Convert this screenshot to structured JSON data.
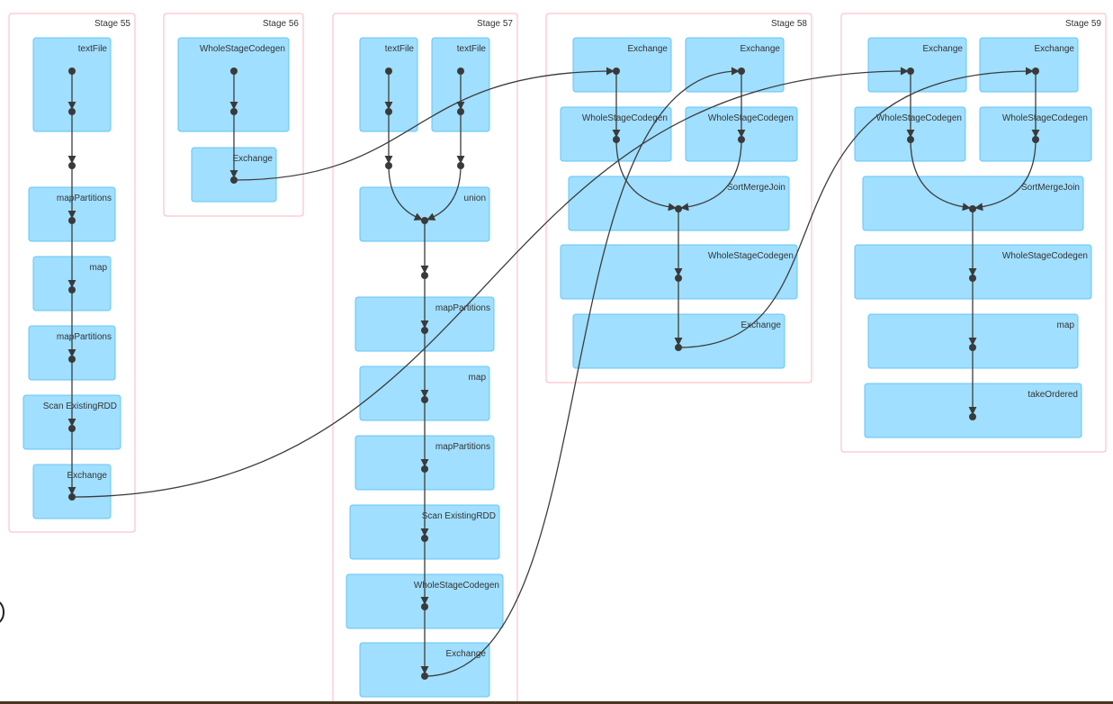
{
  "stages": [
    {
      "label": "Stage 55",
      "nodes": [
        "textFile",
        "mapPartitions",
        "map",
        "mapPartitions",
        "Scan ExistingRDD",
        "Exchange"
      ]
    },
    {
      "label": "Stage 56",
      "nodes": [
        "WholeStageCodegen",
        "Exchange"
      ]
    },
    {
      "label": "Stage 57",
      "nodes": [
        "textFile",
        "textFile",
        "union",
        "mapPartitions",
        "map",
        "mapPartitions",
        "Scan ExistingRDD",
        "WholeStageCodegen",
        "Exchange"
      ]
    },
    {
      "label": "Stage 58",
      "nodes": [
        "Exchange",
        "Exchange",
        "WholeStageCodegen",
        "WholeStageCodegen",
        "SortMergeJoin",
        "WholeStageCodegen",
        "Exchange"
      ]
    },
    {
      "label": "Stage 59",
      "nodes": [
        "Exchange",
        "Exchange",
        "WholeStageCodegen",
        "WholeStageCodegen",
        "SortMergeJoin",
        "WholeStageCodegen",
        "map",
        "takeOrdered"
      ]
    }
  ],
  "colors": {
    "stage_border": "#ffb6c1",
    "node_fill": "#a0dfff",
    "node_border": "#65c6f5",
    "edge": "#3c3c3c"
  }
}
